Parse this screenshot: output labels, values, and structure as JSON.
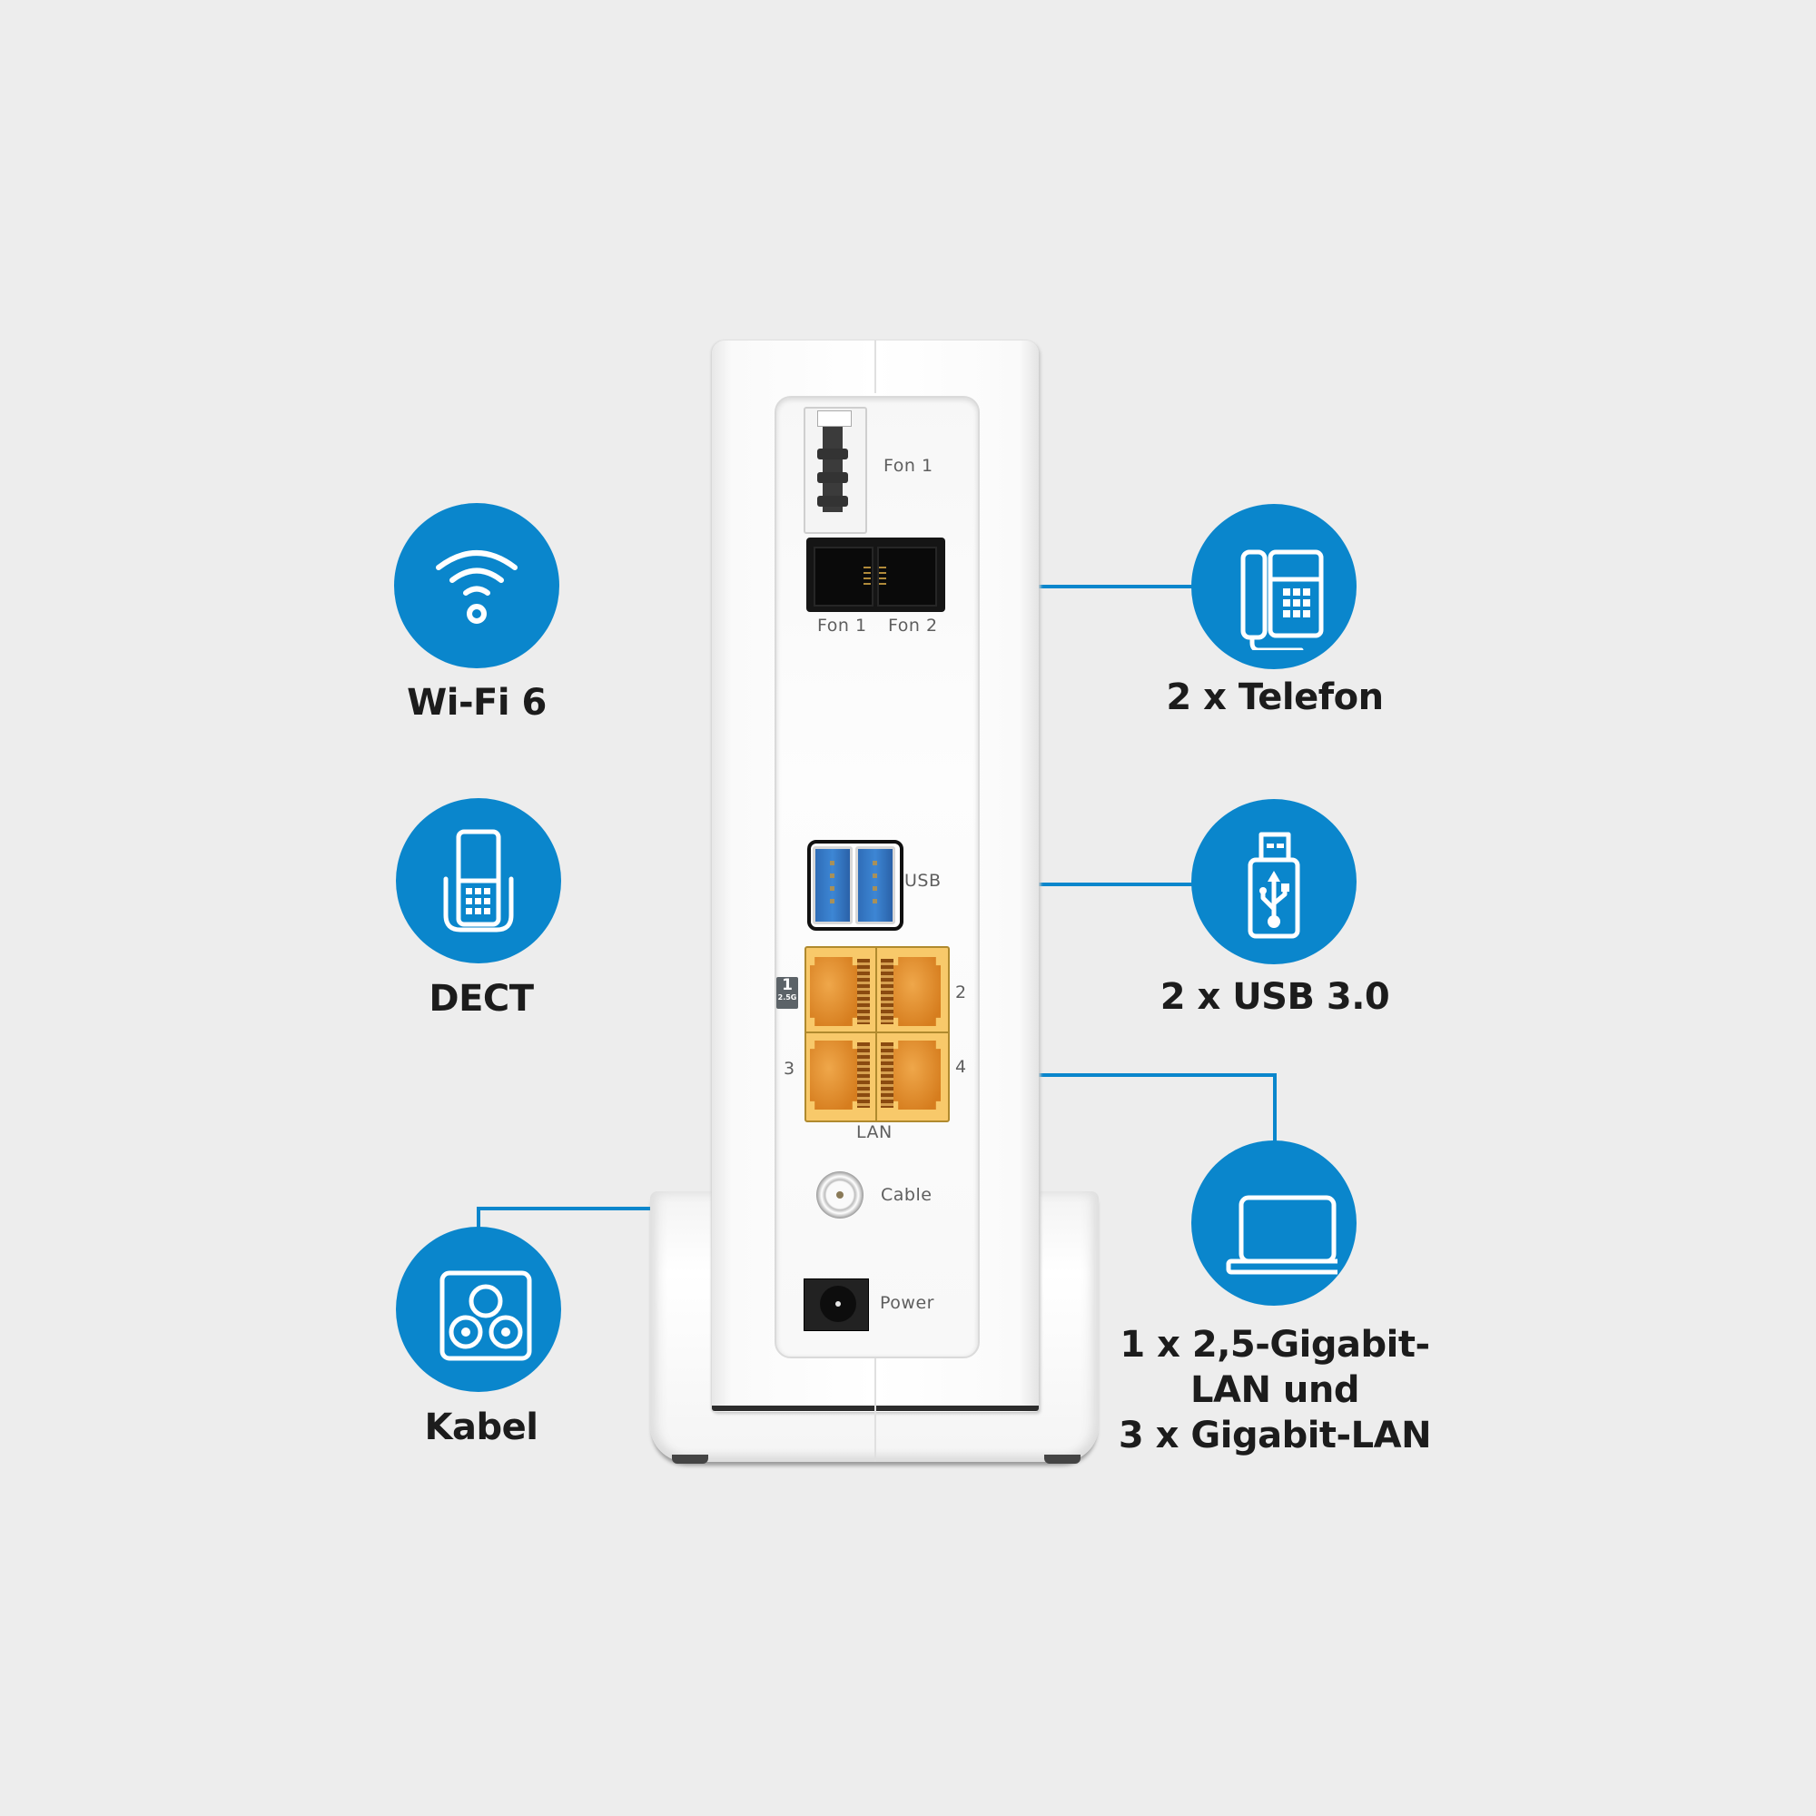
{
  "colors": {
    "background": "#ededed",
    "accent_blue": "#0a86cc",
    "label_text": "#1c1c1c",
    "port_label_text": "#5e5e5e",
    "lan_yellow": "#f8c96a",
    "usb_blue": "#3d86d4"
  },
  "features": {
    "wifi": {
      "label": "Wi-Fi 6",
      "icon": "wifi-icon"
    },
    "dect": {
      "label": "DECT",
      "icon": "dect-handset-icon"
    },
    "kabel": {
      "label": "Kabel",
      "icon": "coax-socket-icon"
    },
    "telefon": {
      "label": "2 x Telefon",
      "icon": "desk-phone-icon"
    },
    "usb": {
      "label": "2 x USB 3.0",
      "icon": "usb-stick-icon"
    },
    "lan": {
      "label_lines": [
        "1 x 2,5-Gigabit-",
        "LAN und",
        "3 x Gigabit-LAN"
      ],
      "icon": "laptop-icon"
    }
  },
  "device": {
    "ports": {
      "fon1_tae": "Fon 1",
      "rj11_left": "Fon 1",
      "rj11_right": "Fon 2",
      "usb": "USB",
      "lan": "LAN",
      "lan_numbers": [
        "2",
        "3",
        "4"
      ],
      "lan_badge_number": "1",
      "lan_badge_speed": "2.5G",
      "cable": "Cable",
      "power": "Power"
    }
  }
}
